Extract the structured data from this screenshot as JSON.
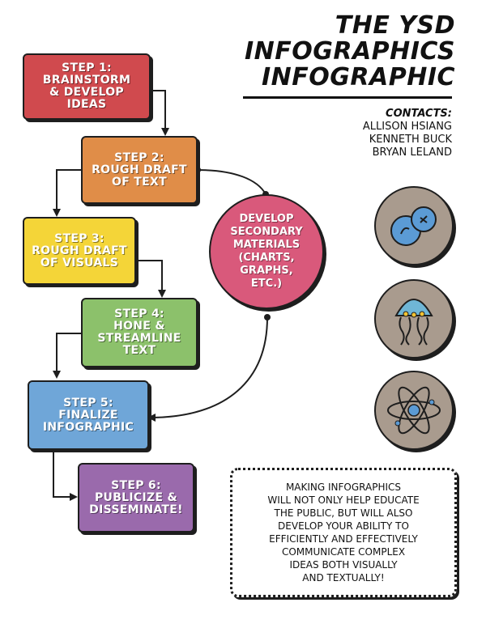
{
  "title": "THE YSD\nINFOGRAPHICS\nINFOGRAPHIC",
  "contacts": {
    "heading": "CONTACTS:",
    "names": [
      "ALLISON HSIANG",
      "KENNETH BUCK",
      "BRYAN LELAND"
    ]
  },
  "steps": [
    {
      "label": "STEP 1:\nBRAINSTORM\n& DEVELOP\nIDEAS",
      "color": "#d04a4e"
    },
    {
      "label": "STEP 2:\nROUGH DRAFT\nOF TEXT",
      "color": "#e08d48"
    },
    {
      "label": "STEP 3:\nROUGH DRAFT\nOF VISUALS",
      "color": "#f4d538"
    },
    {
      "label": "STEP 4:\nHONE &\nSTREAMLINE\nTEXT",
      "color": "#8cc16b"
    },
    {
      "label": "STEP 5:\nFINALIZE\nINFOGRAPHIC",
      "color": "#6fa6d8"
    },
    {
      "label": "STEP 6:\nPUBLICIZE &\nDISSEMINATE!",
      "color": "#9a6aac"
    }
  ],
  "secondary": {
    "label": "DEVELOP\nSECONDARY\nMATERIALS\n(CHARTS,\nGRAPHS,\nETC.)",
    "color": "#d9597b"
  },
  "icons": [
    "cell-division-icon",
    "jellyfish-icon",
    "atom-icon"
  ],
  "note": "MAKING INFOGRAPHICS\nWILL NOT ONLY HELP EDUCATE\nTHE PUBLIC, BUT WILL ALSO\nDEVELOP YOUR ABILITY TO\nEFFICIENTLY AND EFFECTIVELY\nCOMMUNICATE COMPLEX\nIDEAS BOTH VISUALLY\nAND TEXTUALLY!"
}
